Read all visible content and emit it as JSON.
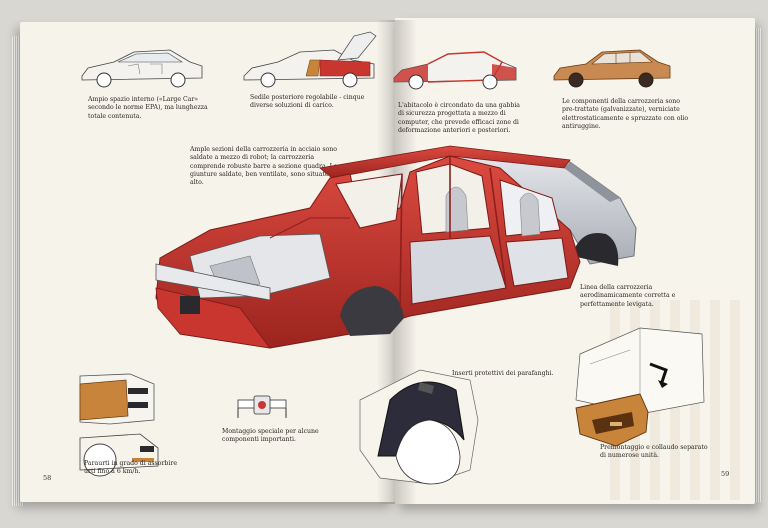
{
  "captions": {
    "large_car": "Ampio spazio interno («Large Car» secondo le norme EPA), ma lunghezza totale contenuta.",
    "rear_seat": "Sedile posteriore regolabile - cinque diverse soluzioni di carico.",
    "cage": "L'abitacolo è circondato da una gabbia di sicurezza progettata a mezzo di computer, che prevede efficaci zone di deformazione anteriori e posteriori.",
    "galvanized": "Le componenti della carrozzeria sono pre-trattate (galvanizzate), verniciate elettrostaticamente e spruzzate con olio antiruggine.",
    "sections": "Ample sezioni della carrozzeria in acciaio sono saldate a mezzo di robot; la carrozzeria comprende robuste barre a sezione quadra. Le giunture saldate, ben ventilate, sono situate in alto.",
    "aero": "Linea della carrozzeria aerodinamicamente corretta e perfettamente levigata.",
    "mounting": "Montaggio speciale per alcune componenti importanti.",
    "bumpers": "Paraurti in grado di assorbire urti fino a 6 km/h.",
    "fender": "Inserti protettivi dei parafanghi.",
    "dashboard": "Premontaggio e collaudo separato di numerose unità."
  },
  "page_numbers": {
    "left": "58",
    "right": "59"
  },
  "colors": {
    "body_red": "#c8362f",
    "body_red_dark": "#8e1f1c",
    "silver": "#bfc2c8",
    "paper": "#f6f3ea",
    "tan": "#c8843a"
  }
}
